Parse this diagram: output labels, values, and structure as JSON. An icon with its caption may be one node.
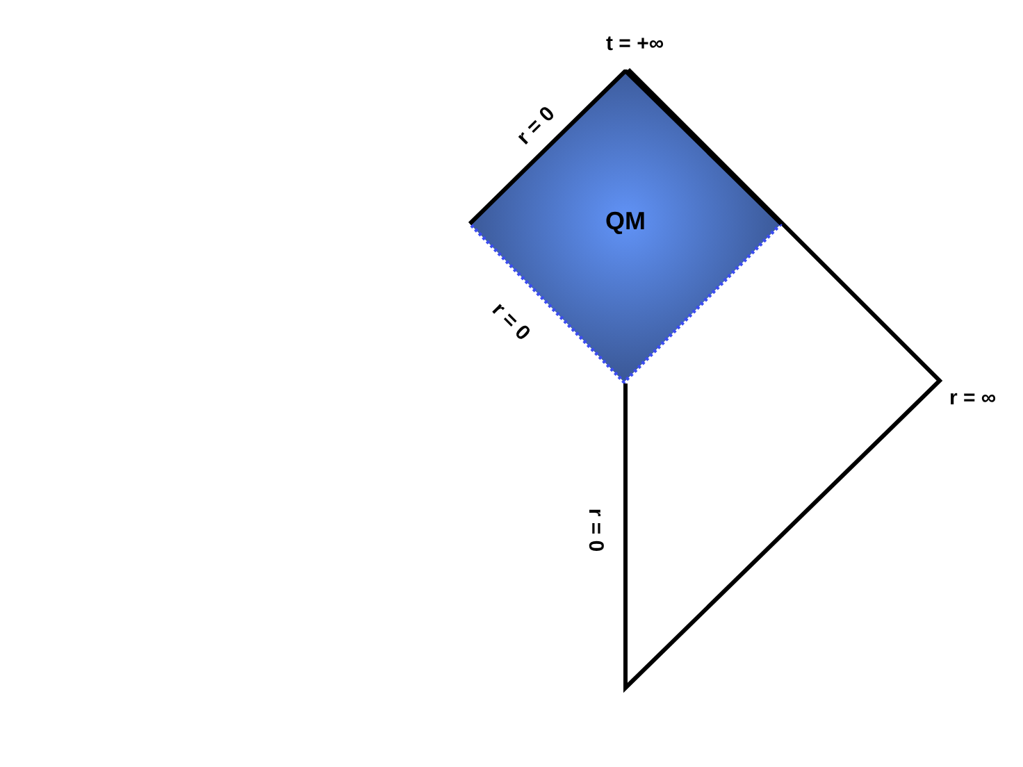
{
  "diagram": {
    "nodes": [
      {
        "text": [
          "QM"
        ]
      }
    ],
    "labels": [
      "t = +∞",
      "r = 0",
      "r = 0",
      "r = ∞",
      "r = 0"
    ]
  }
}
